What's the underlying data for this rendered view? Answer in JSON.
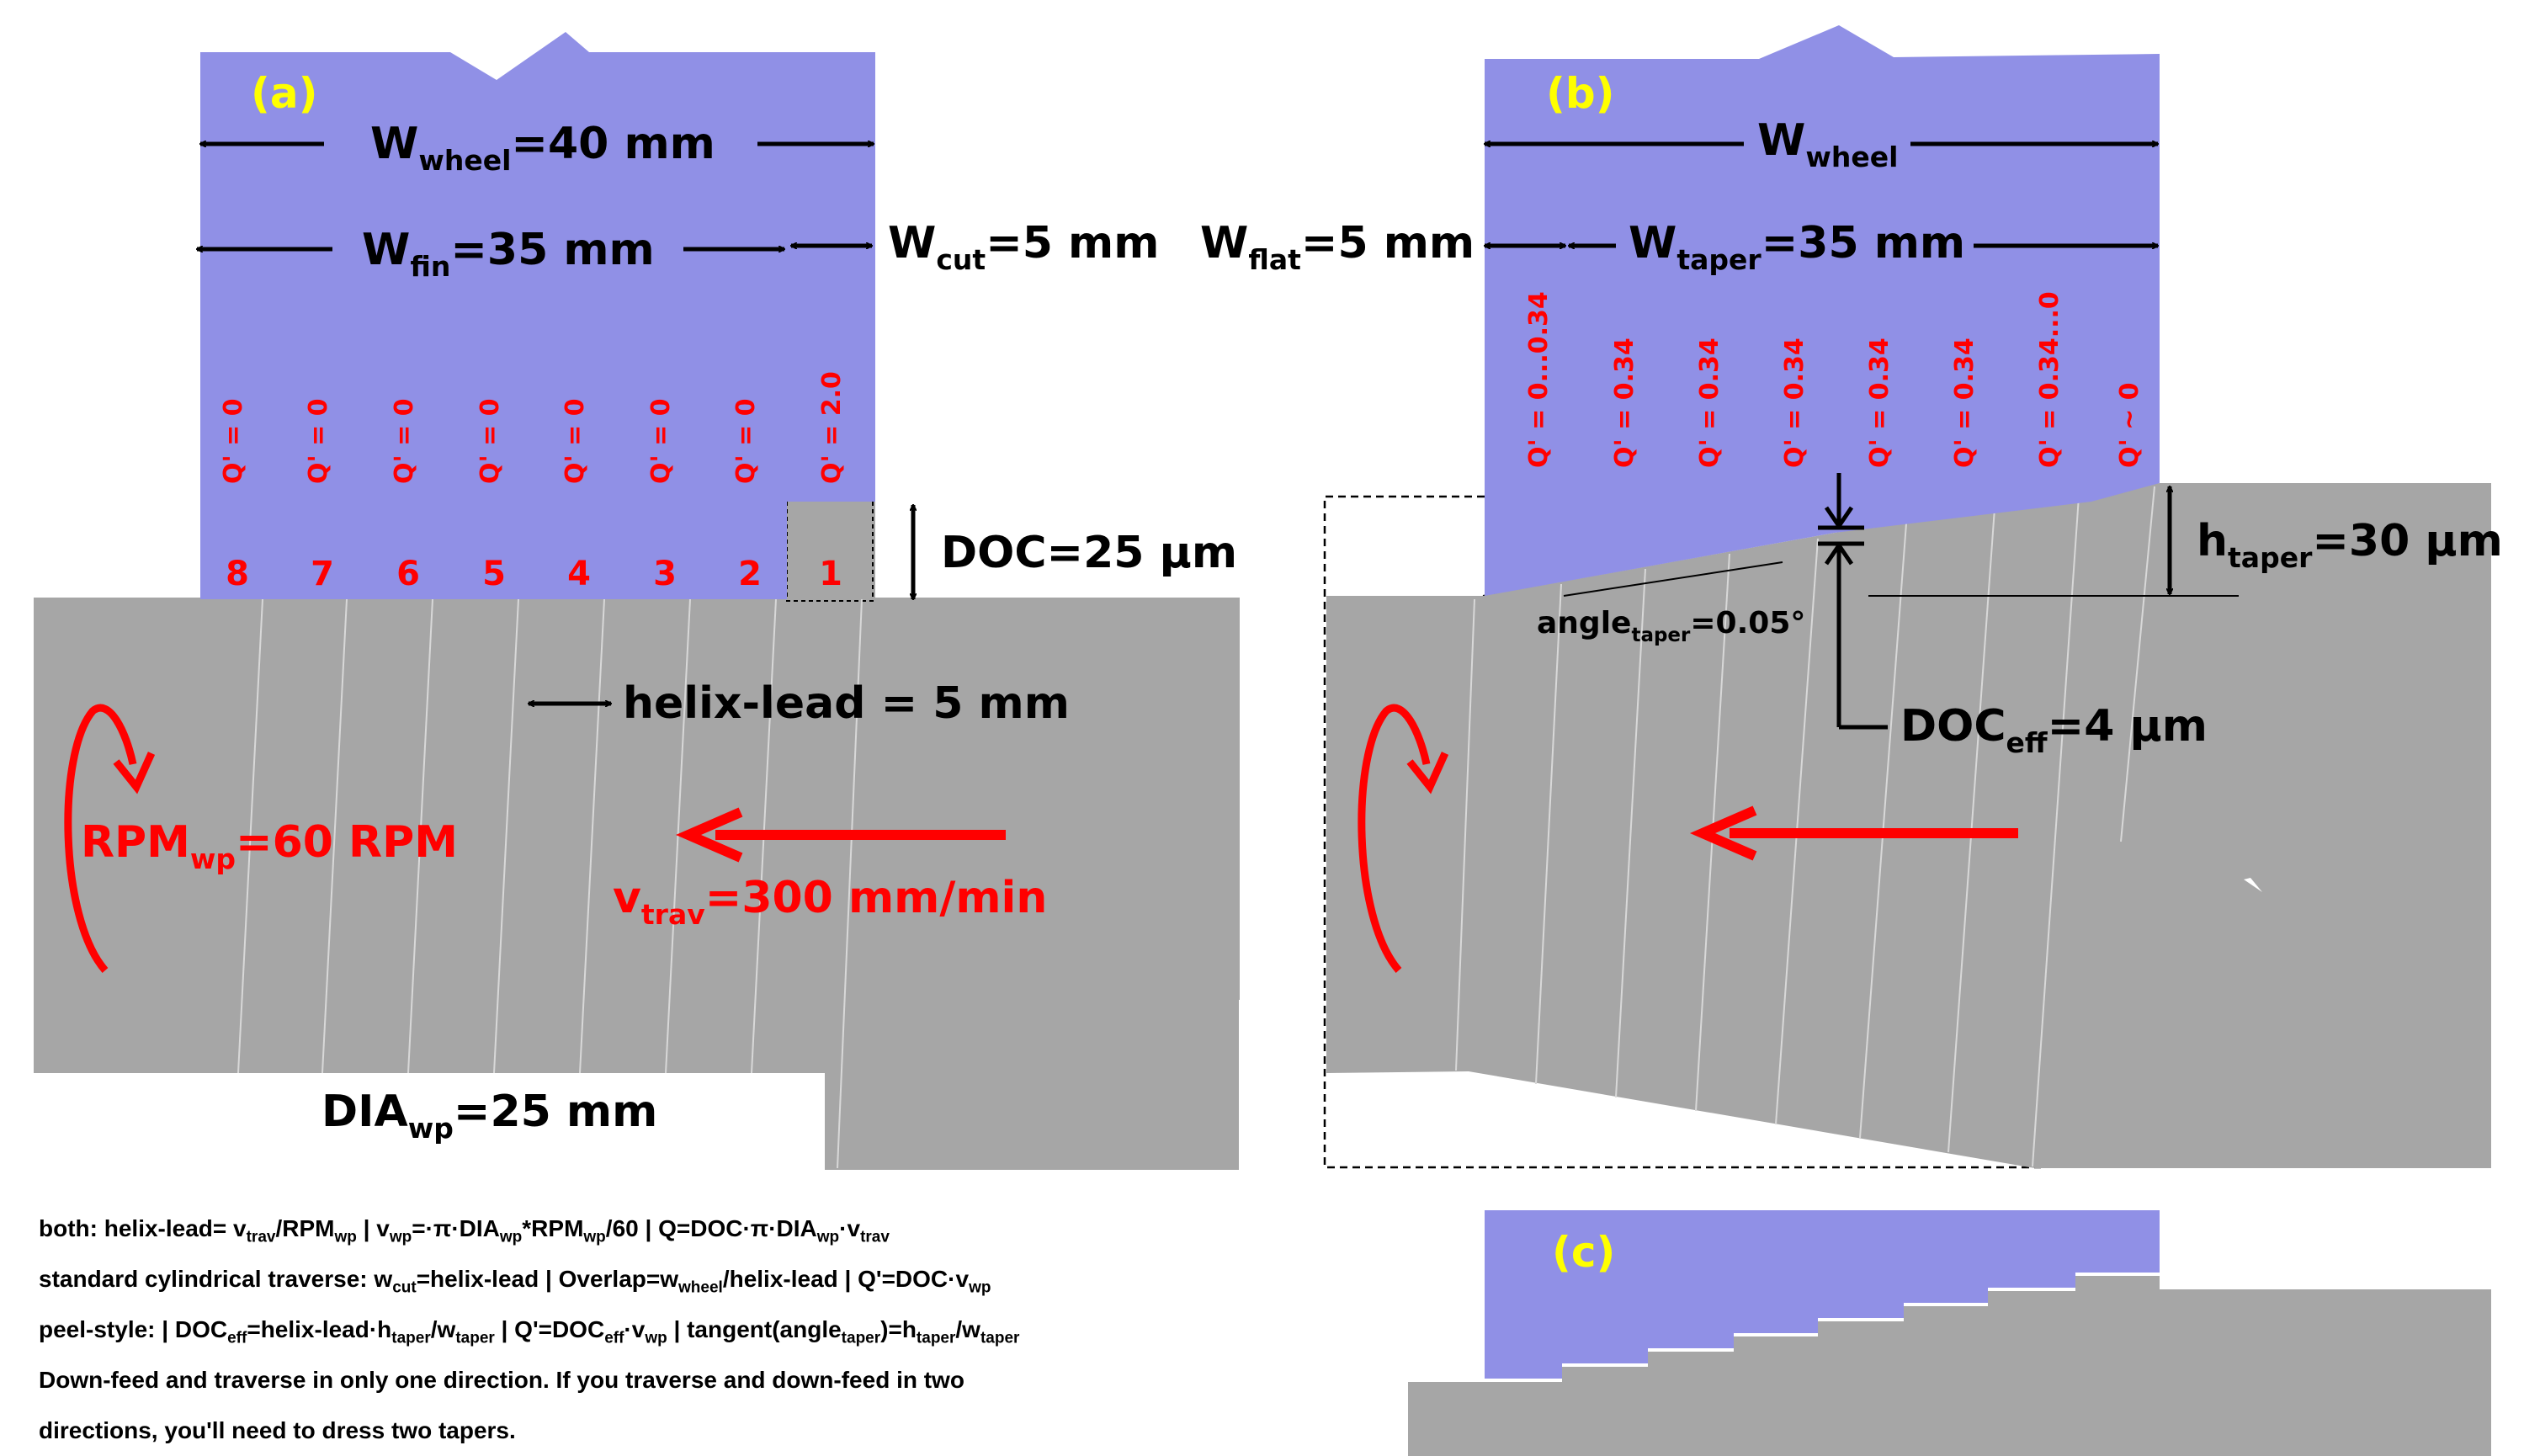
{
  "colors": {
    "wheel": "#9090e6",
    "workpiece": "#a6a6a6",
    "accent": "#ff0000",
    "panel_label": "#ffff00"
  },
  "panel_a": {
    "label": "(a)",
    "w_wheel": {
      "main": "W",
      "sub": "wheel",
      "rest": "=40 mm"
    },
    "w_fin": {
      "main": "W",
      "sub": "fin",
      "rest": "=35 mm"
    },
    "w_cut": {
      "main": "W",
      "sub": "cut",
      "rest": "=5 mm"
    },
    "doc": "DOC=25 µm",
    "q_labels": [
      "Q' = 0",
      "Q' = 0",
      "Q' = 0",
      "Q' = 0",
      "Q' = 0",
      "Q' = 0",
      "Q' = 0",
      "Q' = 2.0"
    ],
    "numbers": [
      "8",
      "7",
      "6",
      "5",
      "4",
      "3",
      "2",
      "1"
    ],
    "helix_lead": "helix-lead = 5 mm",
    "rpm": {
      "main": "RPM",
      "sub": "wp",
      "rest": "=60 RPM"
    },
    "vtrav": {
      "main": "v",
      "sub": "trav",
      "rest": "=300 mm/min"
    },
    "dia": {
      "main": "DIA",
      "sub": "wp",
      "rest": "=25 mm"
    }
  },
  "panel_b": {
    "label": "(b)",
    "w_wheel": {
      "main": "W",
      "sub": "wheel"
    },
    "w_flat": {
      "main": "W",
      "sub": "flat",
      "rest": "=5 mm"
    },
    "w_taper": {
      "main": "W",
      "sub": "taper",
      "rest": "=35 mm"
    },
    "q_labels": [
      "Q' = 0...0.34",
      "Q' = 0.34",
      "Q' = 0.34",
      "Q' = 0.34",
      "Q' = 0.34",
      "Q' = 0.34",
      "Q' = 0.34...0",
      "Q' ~ 0"
    ],
    "h_taper": {
      "main": "h",
      "sub": "taper",
      "rest": "=30 µm"
    },
    "angle": {
      "main": "angle",
      "sub": "taper",
      "rest": "=0.05°"
    },
    "doc_eff": {
      "main": "DOC",
      "sub": "eff",
      "rest": "=4 µm"
    }
  },
  "panel_c": {
    "label": "(c)"
  },
  "notes": {
    "line1": "both: helix-lead= v_trav/RPM_wp | v_wp=·π·DIA_wp*RPM_wp/60 | Q=DOC·π·DIA_wp·v_trav",
    "line2": "standard cylindrical traverse: w_cut=helix-lead | Overlap=w_wheel/helix-lead | Q'=DOC·v_wp",
    "line3": "peel-style: | DOC_eff=helix-lead·h_taper/w_taper | Q'=DOC_eff·v_wp | tangent(angle_taper)=h_taper/w_taper",
    "line4": "Down-feed and traverse in only one direction. If you traverse and down-feed in two",
    "line5": "directions, you'll need to dress two tapers."
  }
}
